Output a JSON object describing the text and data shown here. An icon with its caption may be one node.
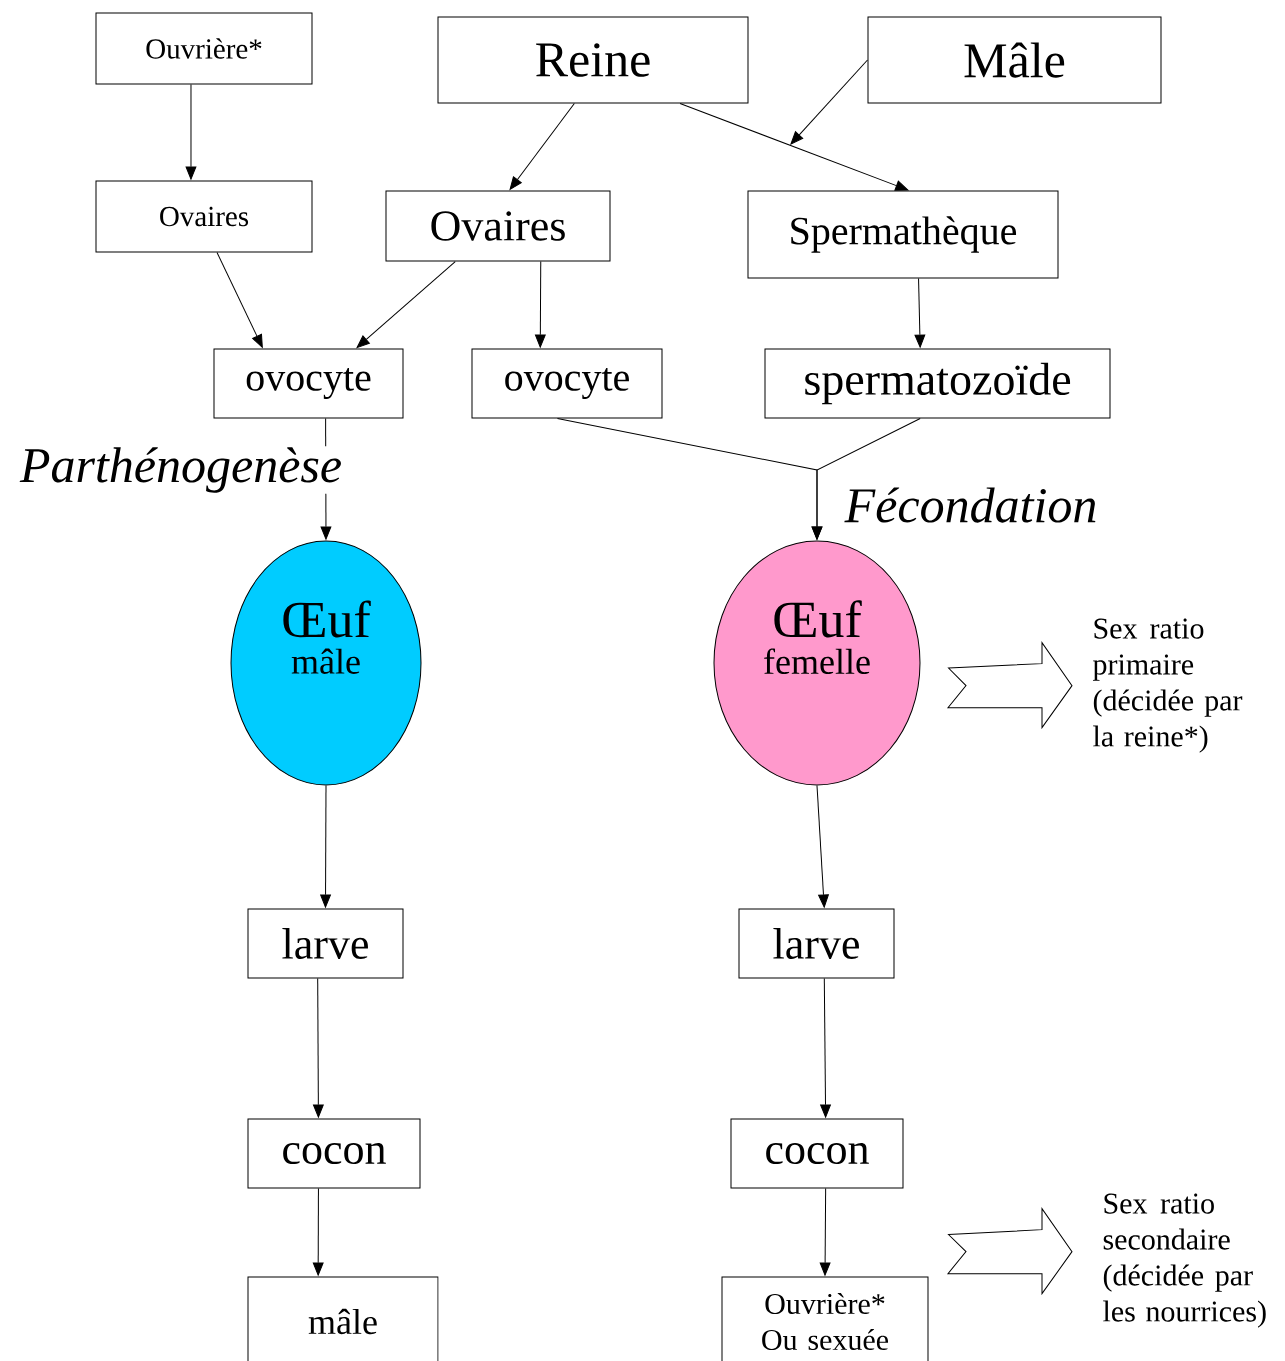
{
  "diagram": {
    "nodes": [
      {
        "text": [
          "Ouvrière*"
        ]
      },
      {
        "text": [
          "Reine"
        ]
      },
      {
        "text": [
          "Mâle"
        ]
      },
      {
        "text": [
          "Ovaires"
        ]
      },
      {
        "text": [
          "Ovaires"
        ]
      },
      {
        "text": [
          "Spermathèque"
        ]
      },
      {
        "text": [
          "ovocyte"
        ]
      },
      {
        "text": [
          "ovocyte"
        ]
      },
      {
        "text": [
          "spermatozoïde"
        ]
      },
      {
        "text": [
          "Œuf",
          "mâle"
        ]
      },
      {
        "text": [
          "Œuf",
          "femelle"
        ]
      },
      {
        "text": [
          "larve"
        ]
      },
      {
        "text": [
          "larve"
        ]
      },
      {
        "text": [
          "cocon"
        ]
      },
      {
        "text": [
          "cocon"
        ]
      },
      {
        "text": [
          "mâle"
        ]
      },
      {
        "text": [
          "Ouvrière* Ou sexuée"
        ]
      },
      {
        "text": [
          "Sex ratio primaire (décidée par la reine*)"
        ]
      },
      {
        "text": [
          "Sex ratio secondaire (décidée par les nourrices)"
        ]
      }
    ],
    "edges": [
      {
        "from": 0,
        "to": 3,
        "arrow": "to"
      },
      {
        "from": 1,
        "to": 4,
        "arrow": "to"
      },
      {
        "from": 1,
        "to": 5,
        "arrow": "to"
      },
      {
        "from": 2,
        "to": null,
        "arrow": "to"
      },
      {
        "from": 3,
        "to": 6,
        "arrow": "to"
      },
      {
        "from": 4,
        "to": 6,
        "arrow": "to"
      },
      {
        "from": 4,
        "to": 7,
        "arrow": "to"
      },
      {
        "from": 5,
        "to": 8,
        "arrow": "to"
      },
      {
        "from": 6,
        "to": 9,
        "arrow": "to",
        "label": "Parthénogenèse"
      },
      {
        "from": 7,
        "to": 10,
        "arrow": "to",
        "label": "Fécondation"
      },
      {
        "from": 8,
        "to": 10,
        "arrow": "to"
      },
      {
        "from": 9,
        "to": 11,
        "arrow": "to"
      },
      {
        "from": 11,
        "to": 13,
        "arrow": "to"
      },
      {
        "from": 13,
        "to": 15,
        "arrow": "to"
      },
      {
        "from": 10,
        "to": 12,
        "arrow": "to"
      },
      {
        "from": 12,
        "to": 14,
        "arrow": "to"
      },
      {
        "from": 14,
        "to": 16,
        "arrow": "to"
      },
      {
        "from": 10,
        "to": 17,
        "arrow": "to"
      },
      {
        "from": 16,
        "to": 18,
        "arrow": "to"
      }
    ]
  }
}
